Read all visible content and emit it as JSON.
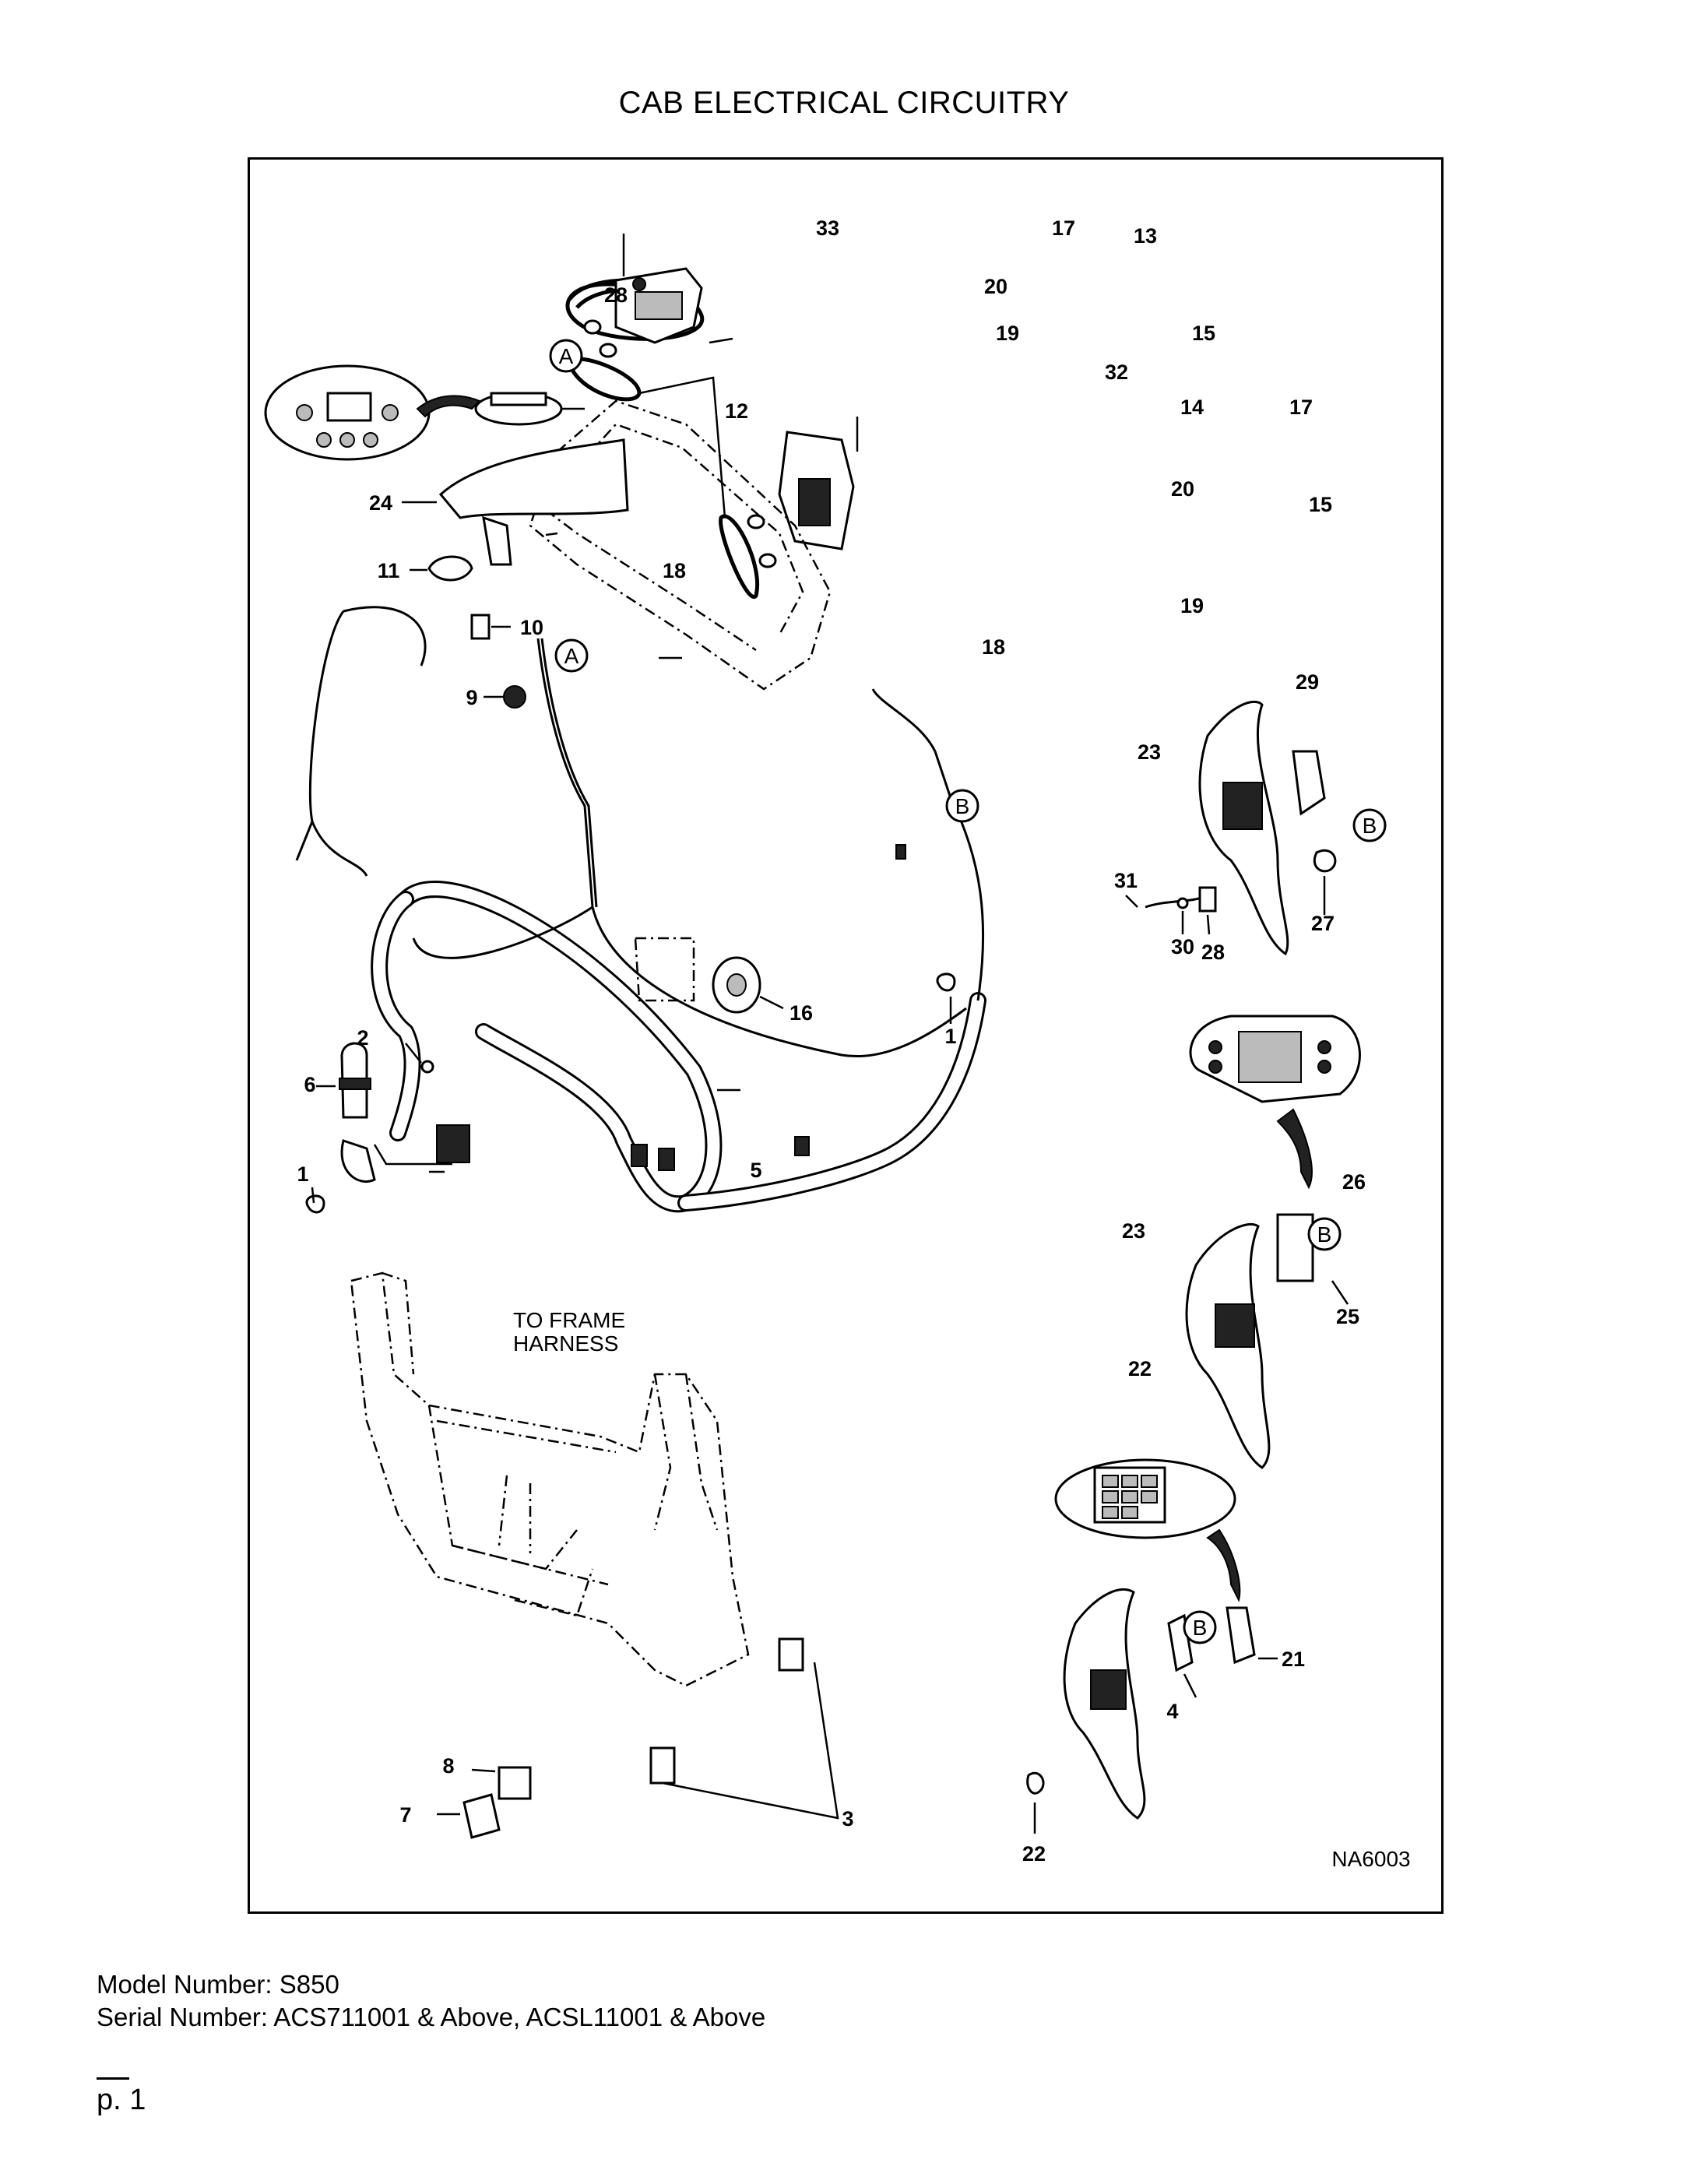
{
  "title": "CAB ELECTRICAL CIRCUITRY",
  "diagram": {
    "figure_id": "NA6003",
    "callout": "TO FRAME HARNESS",
    "callout_line1": "TO FRAME",
    "callout_line2": "HARNESS",
    "detail_refs": {
      "A": "A",
      "B": "B"
    },
    "part_numbers": [
      "1",
      "2",
      "3",
      "4",
      "5",
      "6",
      "7",
      "8",
      "9",
      "10",
      "11",
      "12",
      "13",
      "14",
      "15",
      "16",
      "17",
      "18",
      "19",
      "20",
      "21",
      "22",
      "23",
      "24",
      "25",
      "26",
      "27",
      "28",
      "29",
      "30",
      "31",
      "32",
      "33"
    ]
  },
  "footer": {
    "model": "Model Number: S850",
    "serial": "Serial Number: ACS711001 & Above, ACSL11001 & Above",
    "page": "p. 1"
  }
}
